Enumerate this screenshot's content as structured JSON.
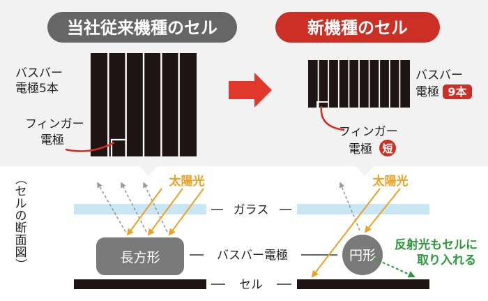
{
  "top": {
    "old_title": "当社従来機種のセル",
    "new_title": "新機種のセル",
    "old_busbar_label": [
      "バスバー",
      "電極5本"
    ],
    "old_finger_label": [
      "フィンガー",
      "電極"
    ],
    "new_busbar_label_line1": "バスバー",
    "new_busbar_label_line2_prefix": "電極",
    "new_busbar_badge": "9本",
    "new_finger_label_line1": "フィンガー",
    "new_finger_label_line2_prefix": "電極",
    "new_finger_badge": "短",
    "old_busbar_count": 5,
    "new_busbar_count": 9
  },
  "bottom": {
    "side_label": "（セルの断面図）",
    "sunlight_left": "太陽光",
    "sunlight_right": "太陽光",
    "glass_label": "ガラス",
    "busbar_label": "バスバー電極",
    "cell_label": "セル",
    "old_shape_label": "長方形",
    "new_shape_label": "円形",
    "reflect_note": [
      "反射光もセルに",
      "取り入れる"
    ]
  },
  "colors": {
    "old_header": "#666666",
    "new_header": "#cc2f24",
    "top_bg": "#f2f2f2",
    "sunlight": "#f0a020",
    "glass": "#c9e6f4",
    "cell": "#1f1414",
    "green": "#2c9a3a",
    "red": "#d82c20",
    "shape_gray": "#7a7a7a"
  }
}
